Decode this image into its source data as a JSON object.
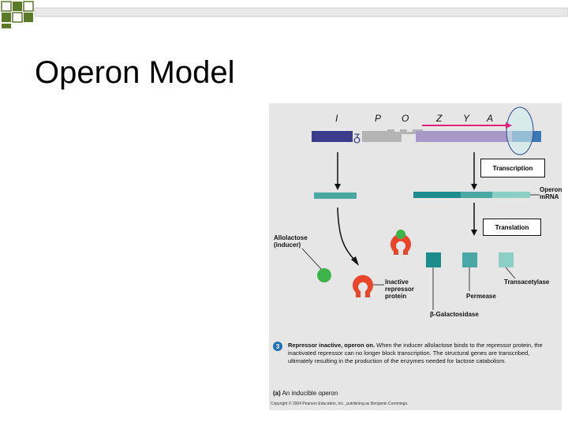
{
  "slide": {
    "title": "Operon Model"
  },
  "diagram": {
    "genes": {
      "i": "I",
      "p": "P",
      "o": "O",
      "z": "Z",
      "y": "Y",
      "a": "A"
    },
    "transcription": "Transcription",
    "translation": "Translation",
    "operon_mrna": [
      "Operon",
      "mRNA"
    ],
    "allolactose": [
      "Allolactose",
      "(inducer)"
    ],
    "inactive_repressor": [
      "Inactive",
      "repressor",
      "protein"
    ],
    "transacetylase": "Transacetylase",
    "permease": "Permease",
    "galactosidase": "β-Galactosidase",
    "step_number": "3",
    "caption_bold": "Repressor inactive, operon on.",
    "caption_text": " When the inducer allolactose binds to the repressor protein, the inactivated repressor can no longer block transcription. The structural genes are transcribed, ultimately resulting in the production of the enzymes needed for lactose catabolism.",
    "subfigure_label": "(a)",
    "subfigure_title": " An inducible operon",
    "copyright": "Copyright © 2004 Pearson Education, Inc., publishing as Benjamin Cummings.",
    "colors": {
      "panel": "#e6e6e6",
      "regulator_gene": "#3c3c8c",
      "promoter": "#b4b4b4",
      "structural_genes": "#a898c8",
      "teal_dark": "#1e8c8c",
      "teal_mid": "#4aa8a4",
      "teal_light": "#8ccfc4",
      "repressor": "#e8452a",
      "inducer": "#3cb44a",
      "highlight_arrow": "#e0207a"
    }
  }
}
